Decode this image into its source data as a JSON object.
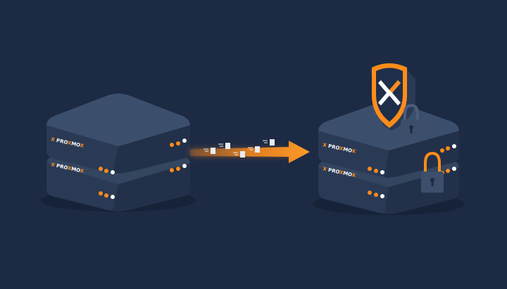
{
  "brand": {
    "name_part1": "PRO",
    "name_x1": "X",
    "name_part2": "MO",
    "name_x2": "X"
  },
  "colors": {
    "background": "#1c2a44",
    "server_top": "#3b4f6d",
    "server_front": "#2a3a55",
    "server_side": "#223049",
    "accent_orange": "#ff8c1a",
    "lock": "#3c4e6a"
  },
  "icons": {
    "shield": "shield-icon",
    "lock": "padlock-icon",
    "document": "document-icon",
    "arrow": "arrow-right-icon"
  }
}
